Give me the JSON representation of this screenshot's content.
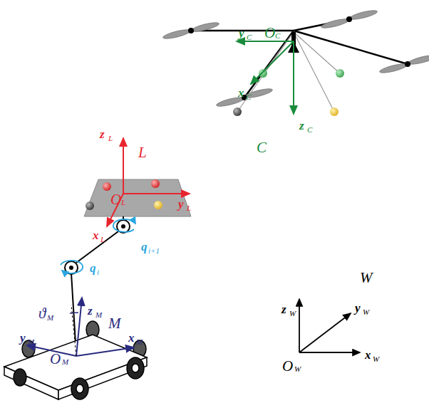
{
  "diagram": {
    "labels": [
      "y",
      "C",
      "O",
      "C",
      "x",
      "C",
      "z",
      "C",
      "C",
      "z",
      "L",
      "L",
      "O",
      "L",
      "y",
      "L",
      "x",
      "L",
      "q",
      "i",
      "q",
      "i+1",
      "ϑ",
      "M",
      "z",
      "M",
      "M",
      "y",
      "M",
      "x",
      "M",
      "O",
      "M",
      "W",
      "z",
      "W",
      "y",
      "W",
      "O",
      "W",
      "x",
      "W"
    ]
  }
}
